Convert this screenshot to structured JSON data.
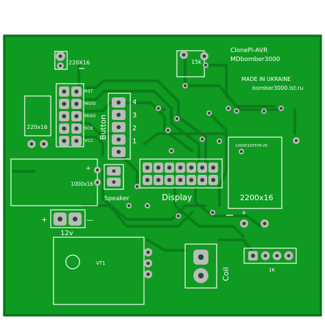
{
  "board": {
    "colors": {
      "substrate": "#0f9a22",
      "trace": "#0b7d1a",
      "pad": "#b9bdb7",
      "hole": "#2e4436",
      "silkscreen": "#ffffff",
      "edge": "#0a6f18"
    }
  },
  "silkscreen": {
    "title_1": "ClonePi-AVR",
    "title_2": "MDbomber3000",
    "made_in": "MADE IN UKRAINE",
    "site": "bomber3000.lst.ru",
    "cap_top_left": "220X16",
    "cap_left": "220x16",
    "resistor_15k": "15k",
    "isp_rst": "RST",
    "isp_mosi": "MOSI",
    "isp_miso": "MISO",
    "isp_sck": "SCK",
    "isp_vcc": "VCC",
    "button_label": "Button",
    "button_n4": "4",
    "button_n3": "3",
    "button_n2": "2",
    "button_n1": "1",
    "cap_speaker": "1000x16",
    "plus": "+",
    "speaker_label": "Speaker",
    "display_label": "Display",
    "cap_right_part": "1000015P378-25",
    "cap_right": "2200x16",
    "power_plus": "+",
    "power_minus": "—",
    "power_voltage": "12v",
    "vt1": "VT1",
    "coil": "Coil",
    "resistor_1k": "1K"
  }
}
